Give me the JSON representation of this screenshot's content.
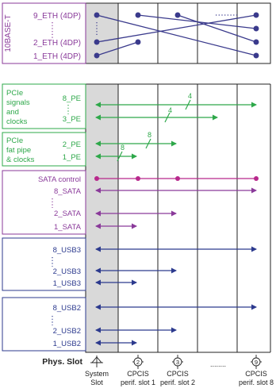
{
  "colors": {
    "eth": "#3a3a8c",
    "pcie": "#2ea84a",
    "sata": "#8a3a9a",
    "sata_control": "#b8288c",
    "usb": "#2c3a8e",
    "system_slot_fill": "#d9d9d9",
    "line": "#222222"
  },
  "eth": {
    "group_label": "10BASE-T",
    "rows": [
      "9_ETH (4DP)",
      "2_ETH (4DP)",
      "1_ETH (4DP)"
    ]
  },
  "pcie_signals": {
    "title": [
      "PCIe",
      "signals",
      "and",
      "clocks"
    ],
    "rows": [
      "8_PE",
      "3_PE"
    ],
    "lane_labels": [
      "4",
      "4"
    ]
  },
  "pcie_fat": {
    "title": [
      "PCIe",
      "fat pipe",
      "& clocks"
    ],
    "rows": [
      "2_PE",
      "1_PE"
    ],
    "lane_labels": [
      "8",
      "8"
    ]
  },
  "sata": {
    "rows": [
      "SATA control",
      "8_SATA",
      "2_SATA",
      "1_SATA"
    ]
  },
  "usb3": {
    "rows": [
      "8_USB3",
      "2_USB3",
      "1_USB3"
    ]
  },
  "usb2": {
    "rows": [
      "8_USB2",
      "2_USB2",
      "1_USB2"
    ]
  },
  "footer": {
    "phys_slot": "Phys. Slot",
    "slots": [
      {
        "symbol": "",
        "line1": "System",
        "line2": "Slot"
      },
      {
        "symbol": "2",
        "line1": "CPCIS",
        "line2": "perif. slot 1"
      },
      {
        "symbol": "3",
        "line1": "CPCIS",
        "line2": "perif. slot 2"
      },
      {
        "symbol": "9",
        "line1": "CPCIS",
        "line2": "perif. slot 8"
      }
    ],
    "ellipsis": "........"
  }
}
